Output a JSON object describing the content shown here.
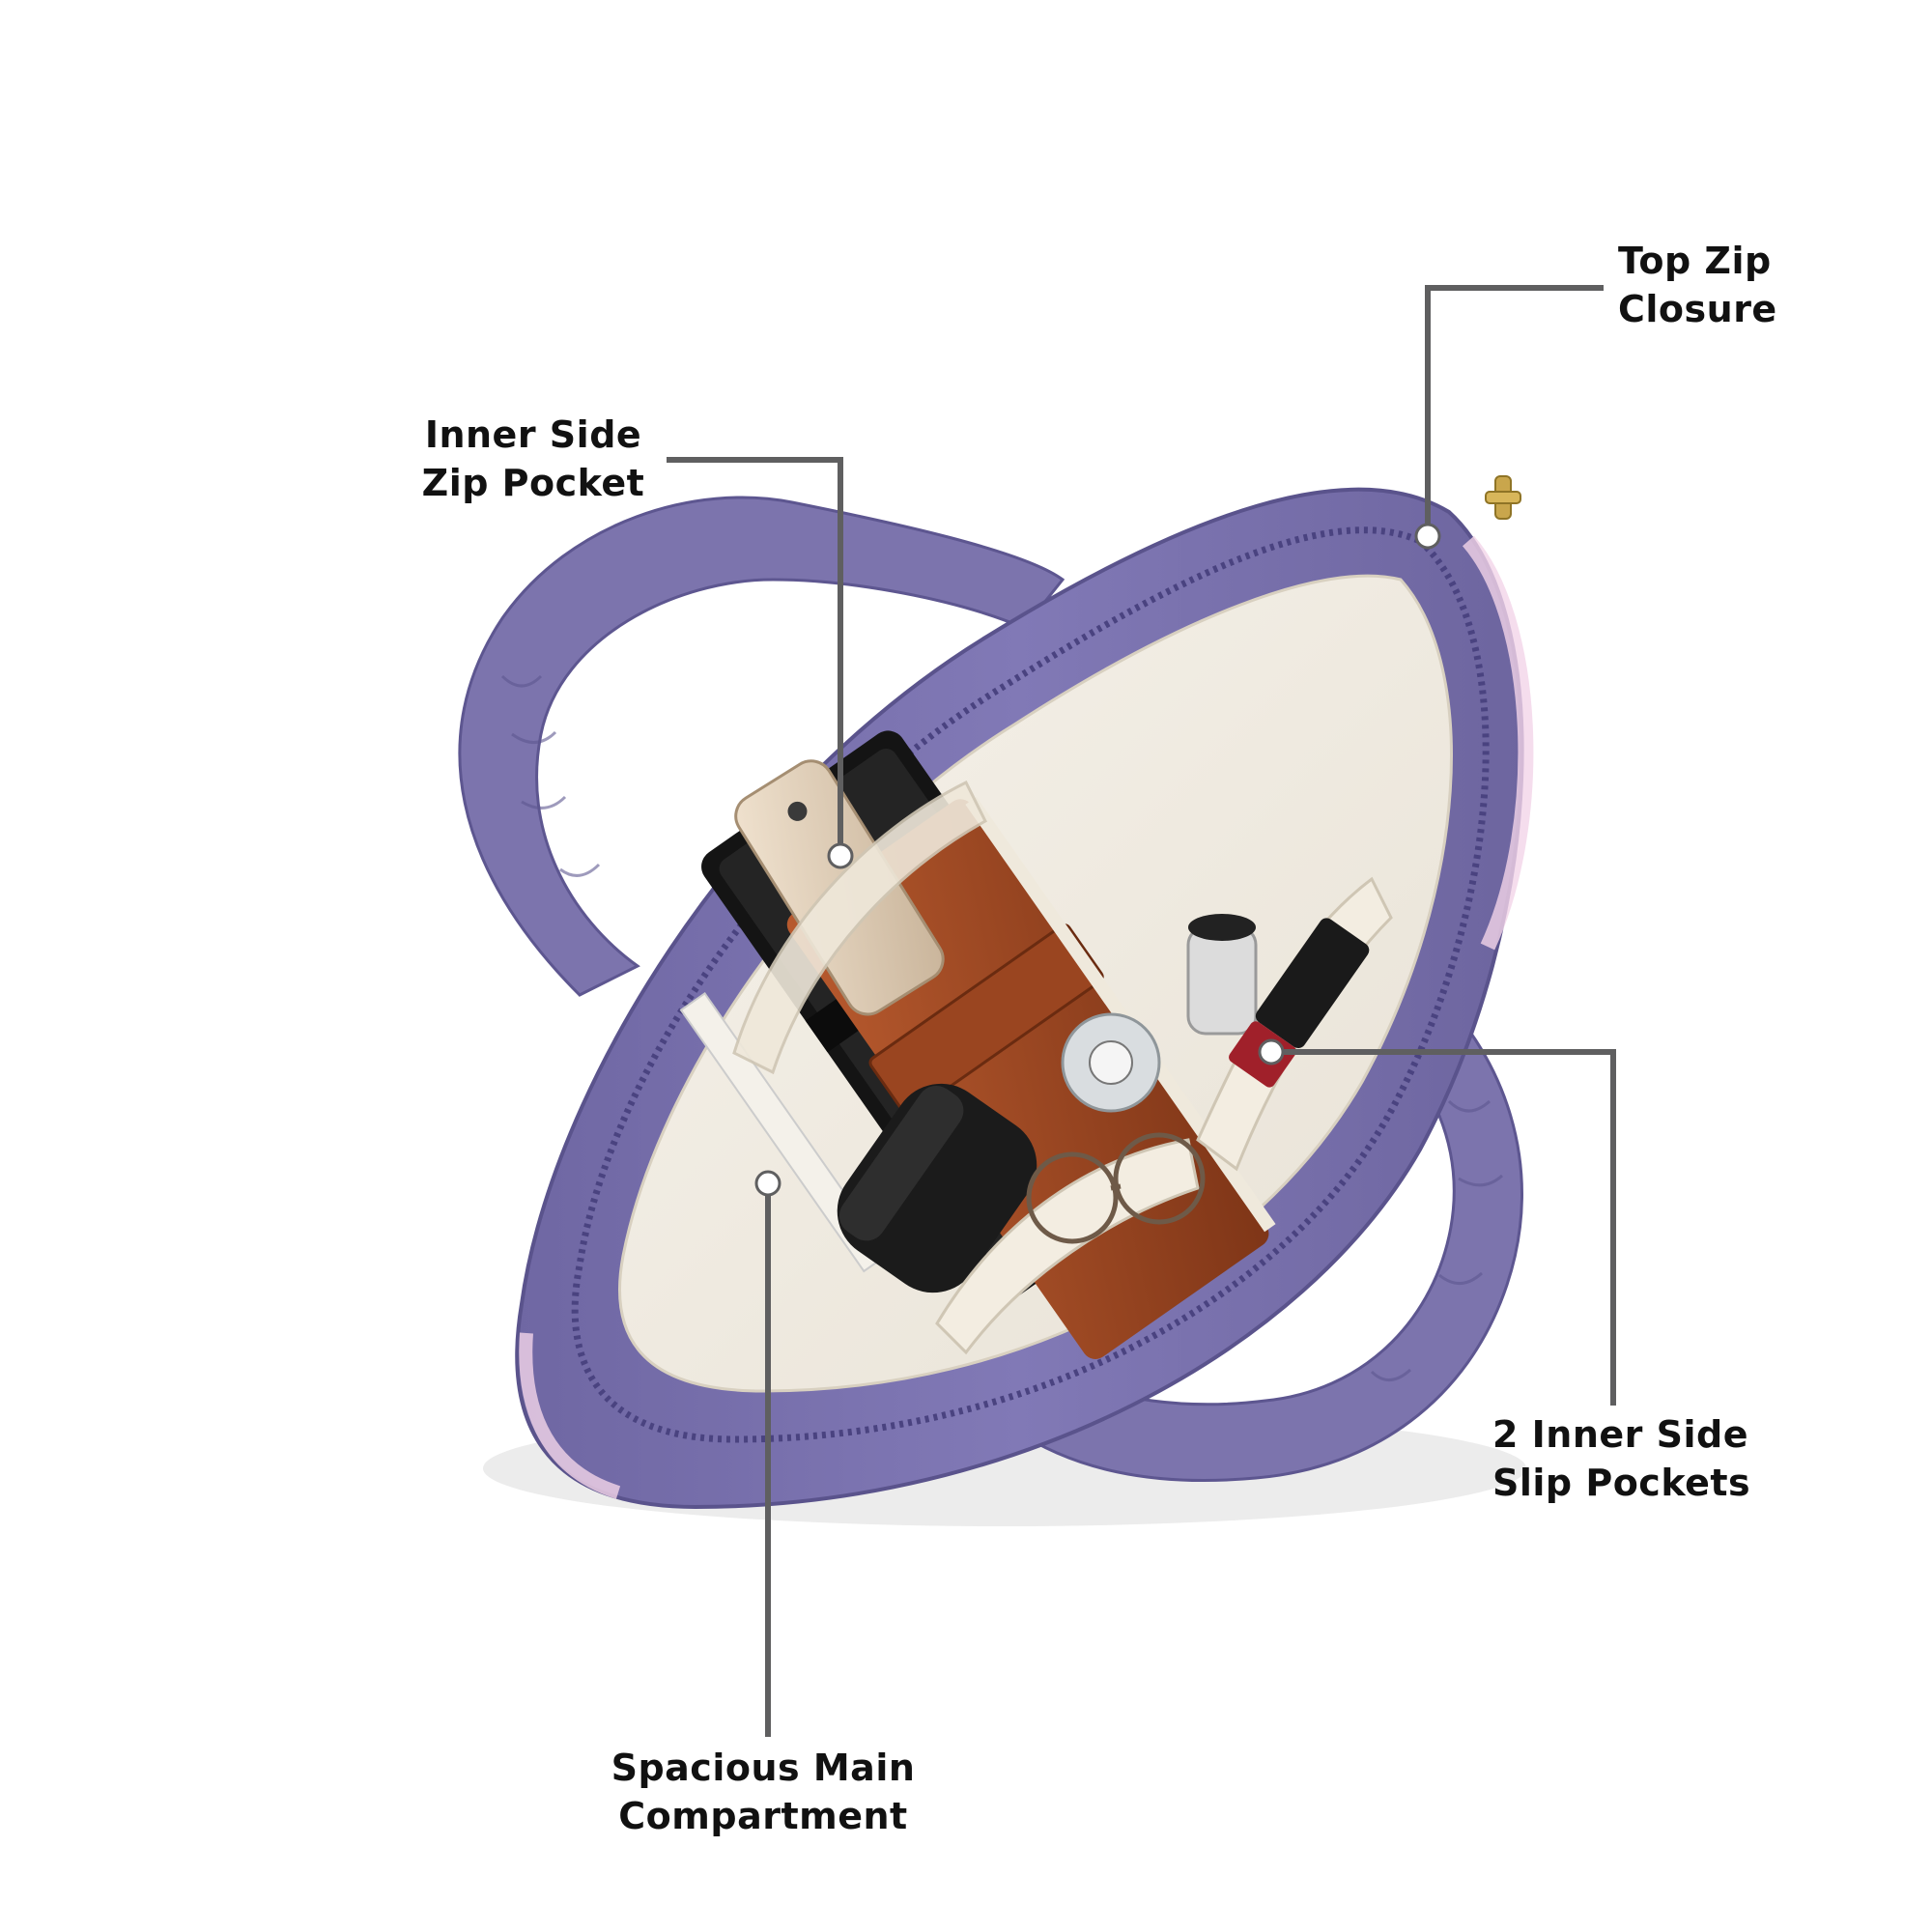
{
  "image": {
    "subject": "open purple tote bag viewed from above with labeled interior features",
    "colors": {
      "bag_purple": "#7c74ad",
      "handle_purple": "#7a72ab",
      "lining": "#f1ece2",
      "leader_line": "#5f5f60"
    }
  },
  "callouts": {
    "top_zip": {
      "line1": "Top Zip",
      "line2": "Closure"
    },
    "inner_zip_pocket": {
      "line1": "Inner Side",
      "line2": "Zip Pocket"
    },
    "slip_pockets": {
      "line1": "2 Inner Side",
      "line2": "Slip Pockets"
    },
    "main_compartment": {
      "line1": "Spacious Main",
      "line2": "Compartment"
    }
  }
}
